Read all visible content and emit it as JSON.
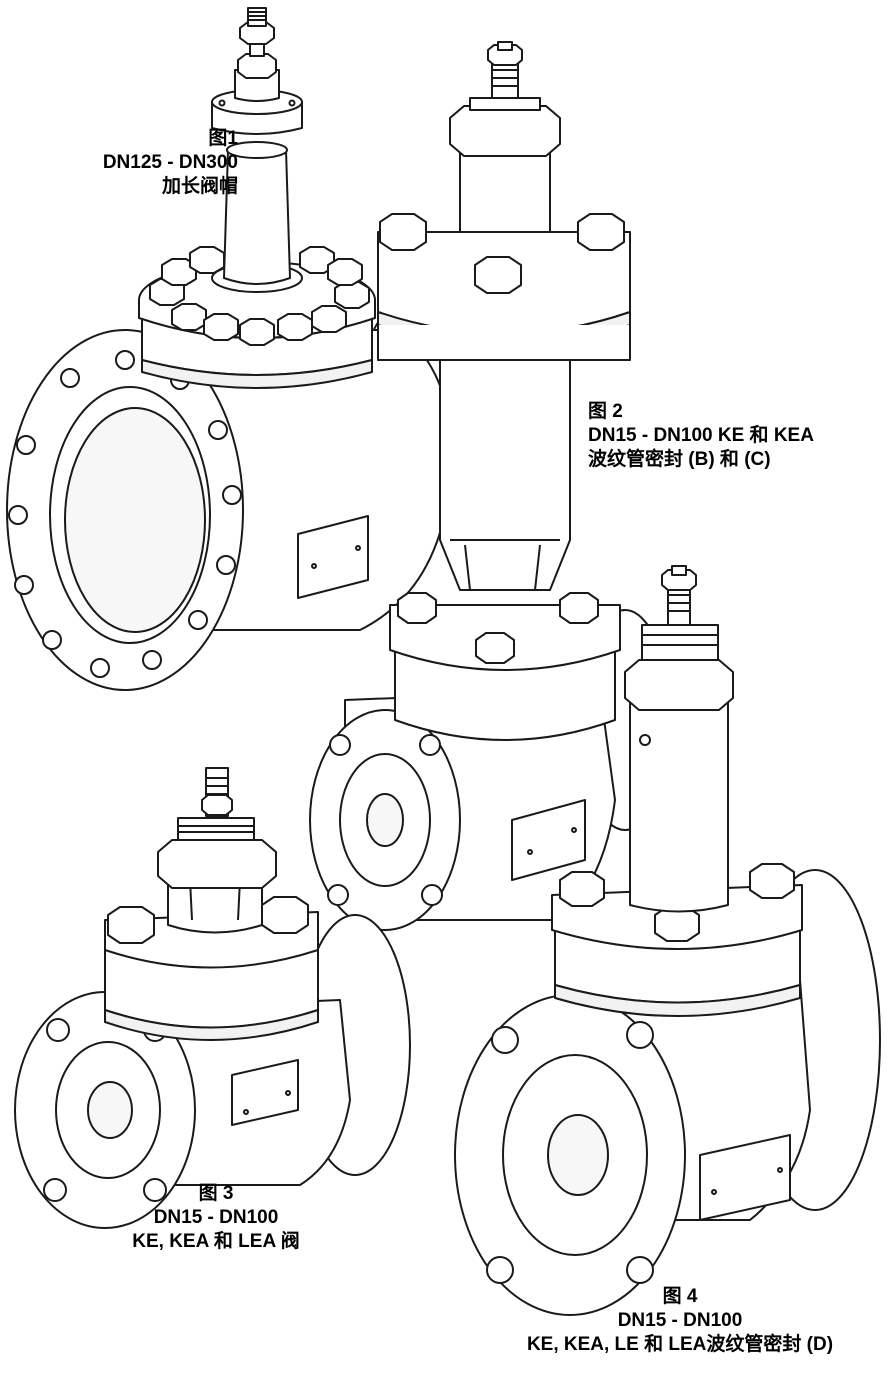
{
  "figures": [
    {
      "id": "fig1",
      "lines": [
        "图1",
        "DN125 - DN300",
        "加长阀帽"
      ]
    },
    {
      "id": "fig2",
      "lines": [
        "图 2",
        "DN15 - DN100  KE 和 KEA",
        "波纹管密封 (B) 和 (C)"
      ]
    },
    {
      "id": "fig3",
      "lines": [
        "图 3",
        "DN15 - DN100",
        "KE, KEA 和 LEA 阀"
      ]
    },
    {
      "id": "fig4",
      "lines": [
        "图 4",
        "DN15 - DN100",
        "KE, KEA, LE 和 LEA波纹管密封 (D)"
      ]
    }
  ],
  "colors": {
    "line": "#1a1a1a",
    "fill": "#ffffff",
    "shade": "#f2f2f2"
  }
}
